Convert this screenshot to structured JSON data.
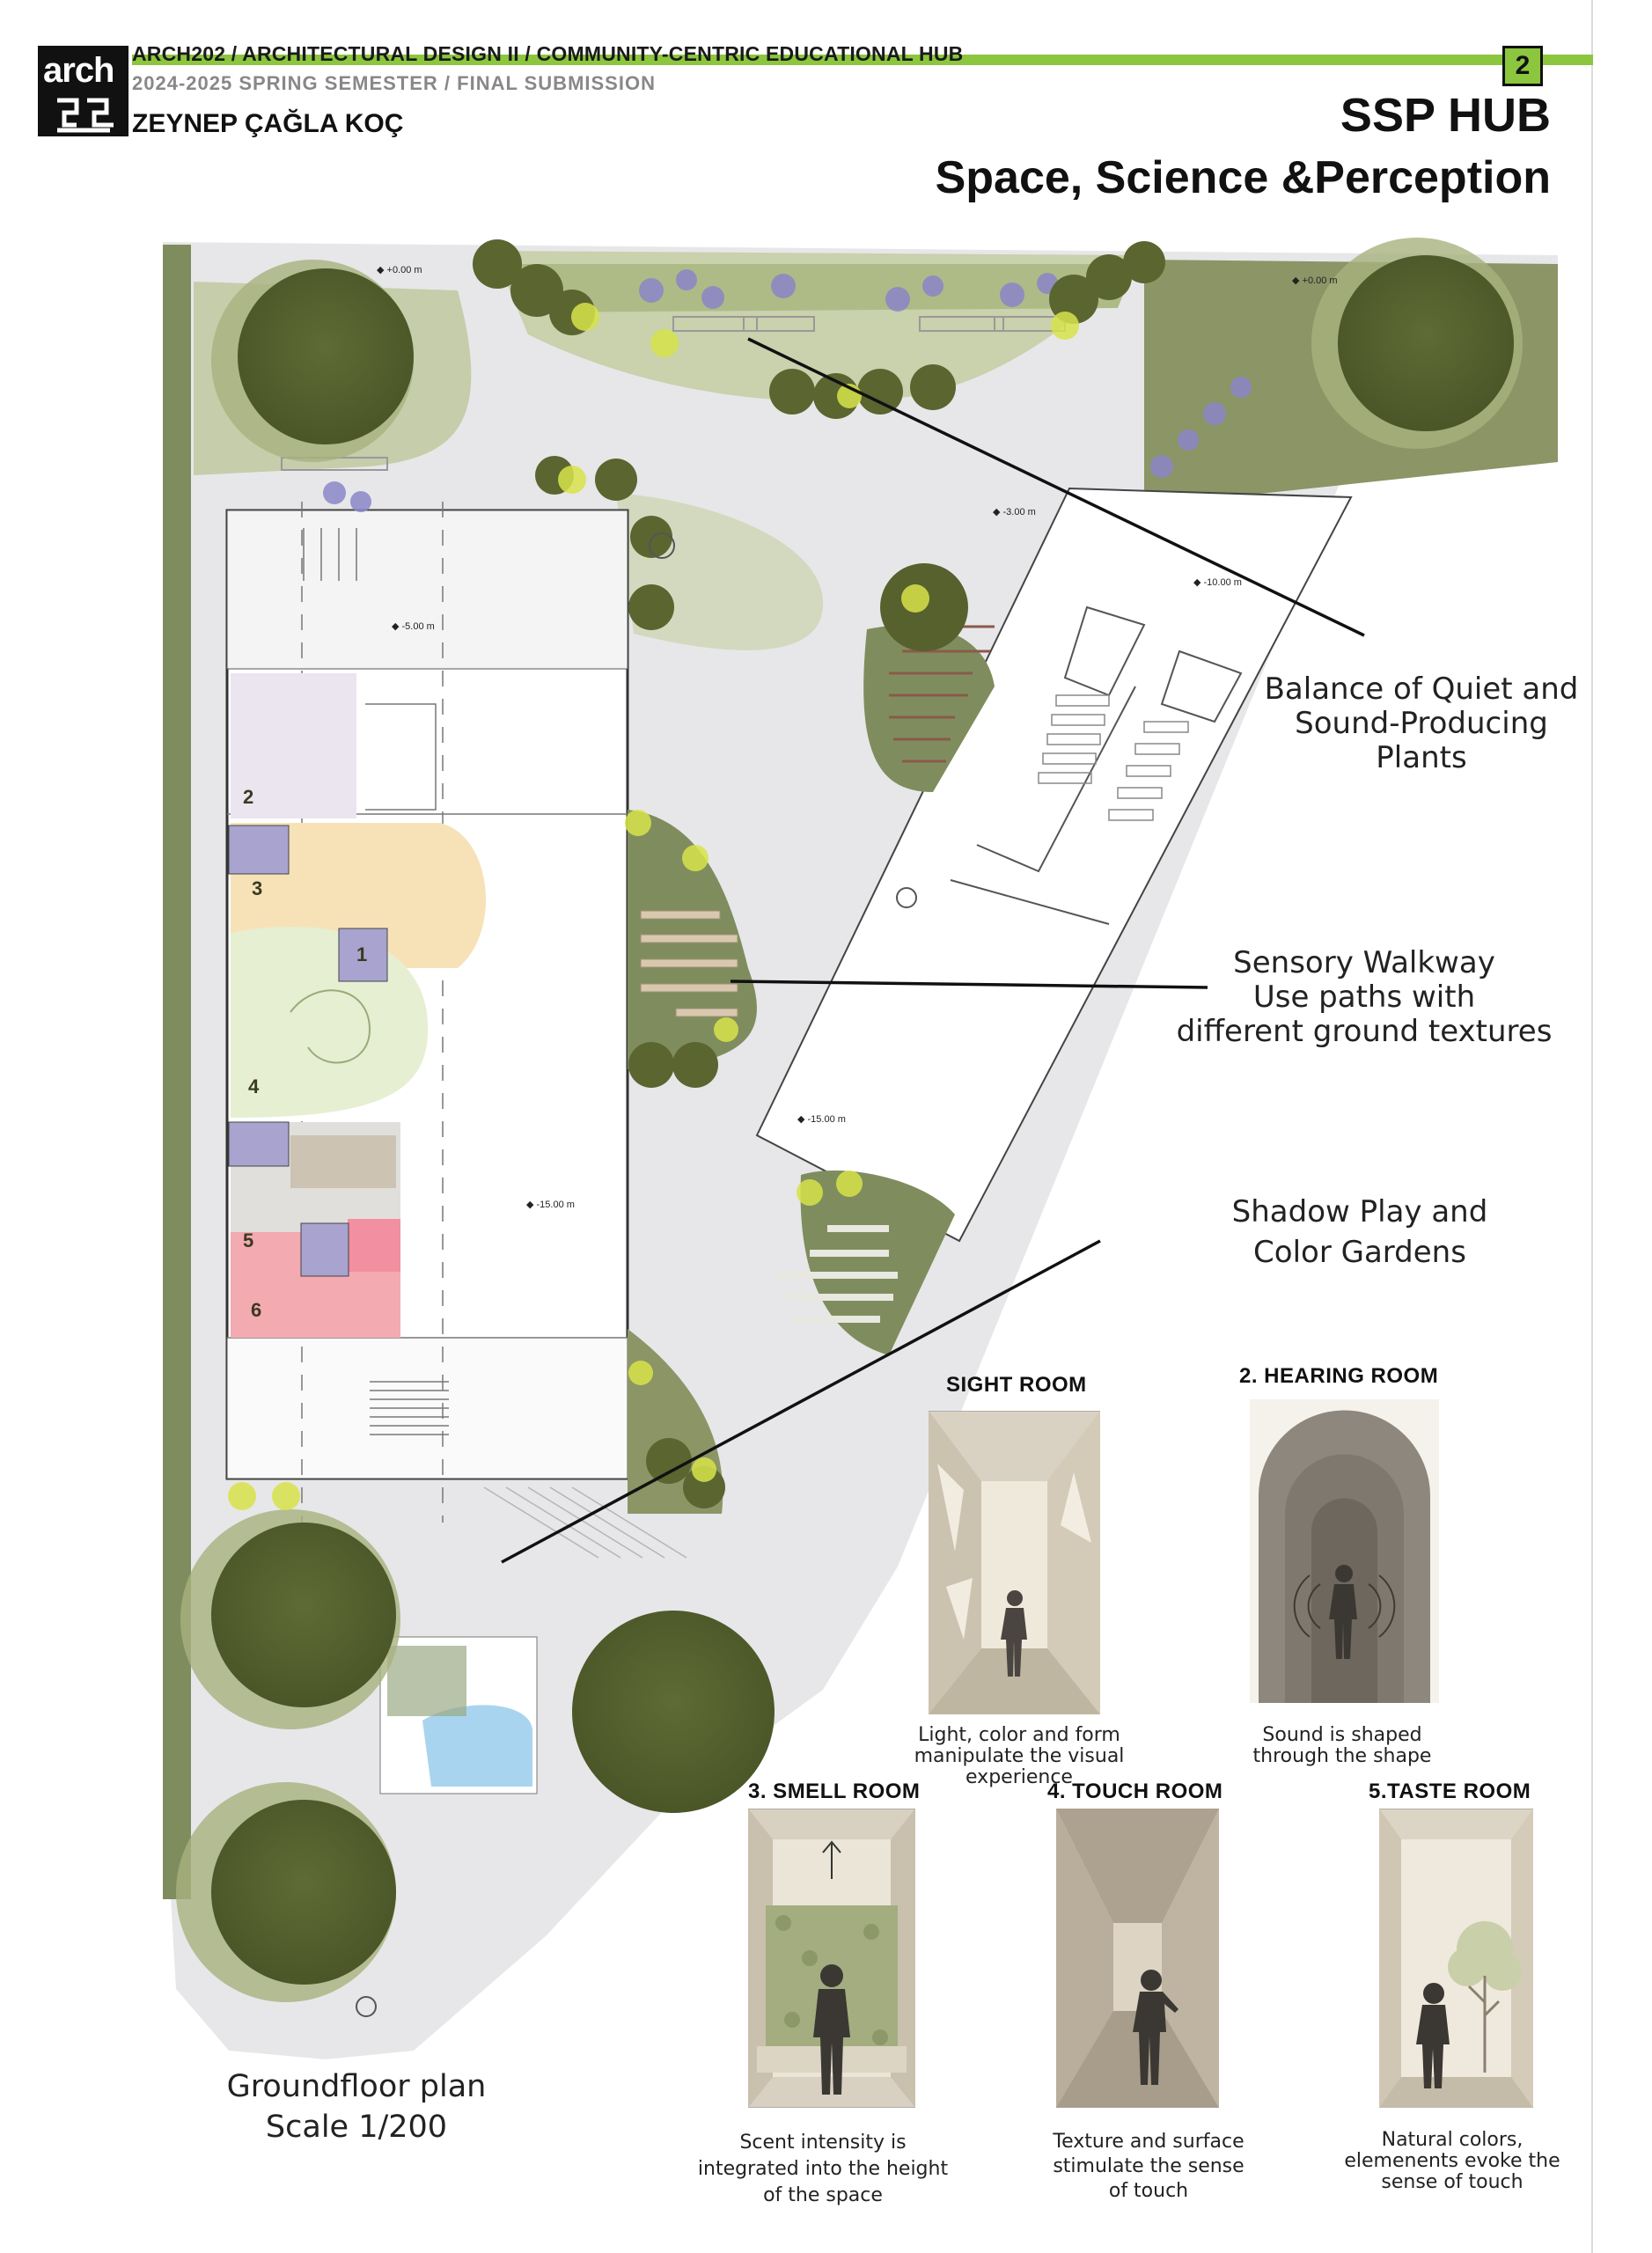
{
  "header": {
    "logo_text": "arch",
    "course": "ARCH202 / ARCHITECTURAL DESIGN II / COMMUNITY-CENTRIC EDUCATIONAL HUB",
    "semester": "2024-2025 SPRING SEMESTER / FINAL SUBMISSION",
    "author": "ZEYNEP ÇAĞLA KOÇ",
    "page_number": "2",
    "title_line1": "SSP HUB",
    "title_line2": "Space, Science &Perception",
    "accent_color": "#8cc63e"
  },
  "annotations": {
    "quiet_plants": "Balance of Quiet and\nSound-Producing\nPlants",
    "sensory_walkway": "Sensory Walkway\nUse paths with\ndifferent ground textures",
    "shadow_play": "Shadow Play and\nColor Gardens"
  },
  "plan": {
    "label": "Groundfloor plan\nScale 1/200",
    "elevations": [
      "+0.00 m",
      "-3.00 m",
      "-5.00 m",
      "-10.00 m",
      "-15.00 m",
      "-15.00 m",
      "+0.00 m"
    ],
    "zones": [
      "1",
      "2",
      "3",
      "4",
      "5",
      "6"
    ]
  },
  "rooms": [
    {
      "title": "SIGHT ROOM",
      "caption": "Light, color and form\nmanipulate the visual\nexperience"
    },
    {
      "title": "2. HEARING ROOM",
      "caption": "Sound is shaped\nthrough the shape"
    },
    {
      "title": "3. SMELL ROOM",
      "caption": "Scent intensity is\nintegrated into the height\nof the space"
    },
    {
      "title": "4. TOUCH ROOM",
      "caption": "Texture and surface\nstimulate the sense\nof touch"
    },
    {
      "title": "5.TASTE ROOM",
      "caption": "Natural colors,\nelemenents evoke the\nsense of touch"
    }
  ]
}
